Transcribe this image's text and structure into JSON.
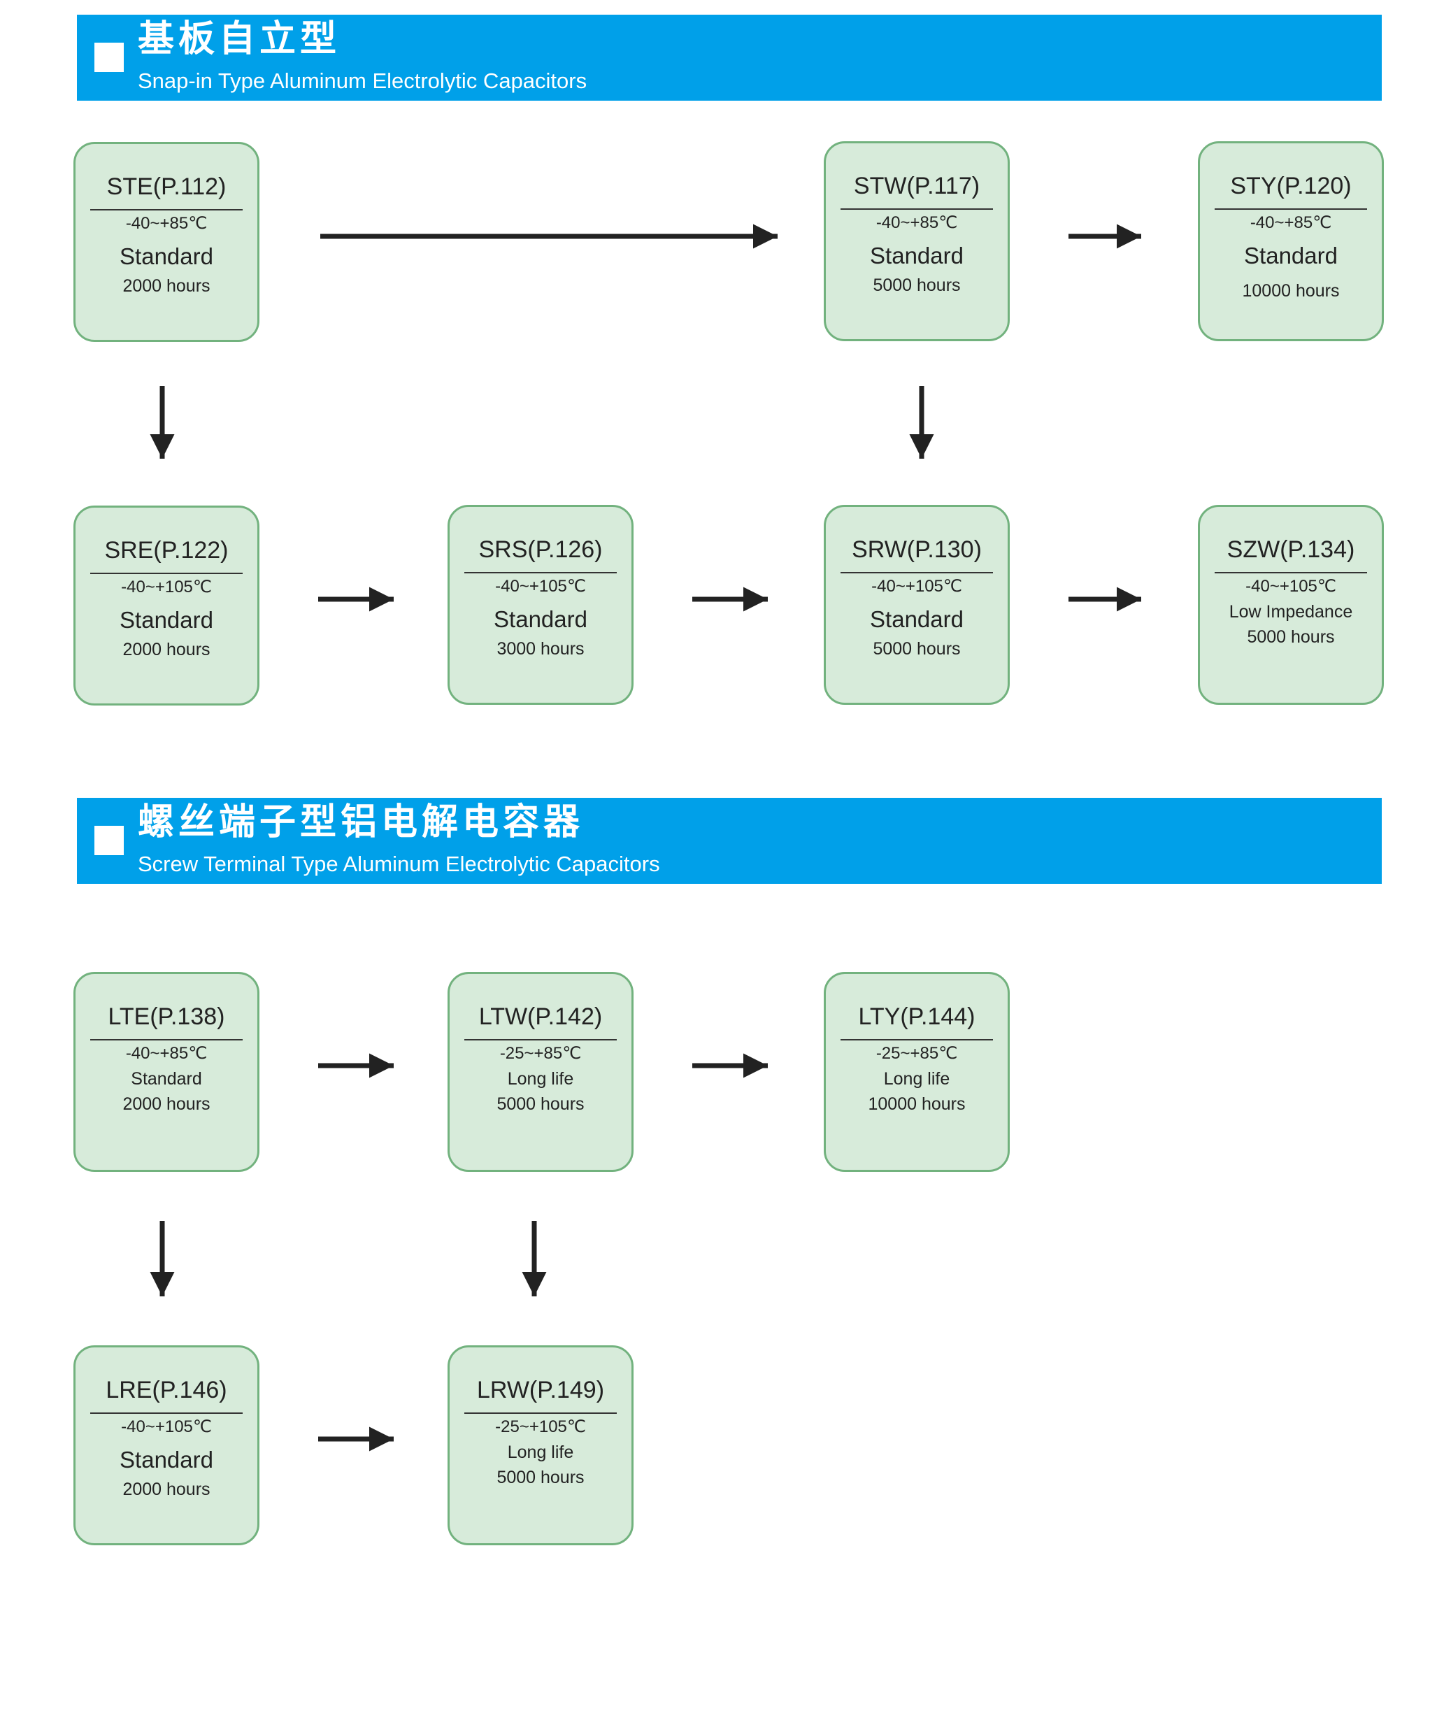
{
  "sections": [
    {
      "title_cn": "基板自立型",
      "title_en": "Snap-in Type Aluminum Electrolytic Capacitors",
      "nodes": [
        {
          "code": "STE(P.112)",
          "temp": "-40~+85℃",
          "line1": "Standard",
          "line2": "2000 hours"
        },
        {
          "code": "STW(P.117)",
          "temp": "-40~+85℃",
          "line1": "Standard",
          "line2": "5000 hours"
        },
        {
          "code": "STY(P.120)",
          "temp": "-40~+85℃",
          "line1": "Standard",
          "line2": "10000 hours"
        },
        {
          "code": "SRE(P.122)",
          "temp": "-40~+105℃",
          "line1": "Standard",
          "line2": "2000 hours"
        },
        {
          "code": "SRS(P.126)",
          "temp": "-40~+105℃",
          "line1": "Standard",
          "line2": "3000 hours"
        },
        {
          "code": "SRW(P.130)",
          "temp": "-40~+105℃",
          "line1": "Standard",
          "line2": "5000 hours"
        },
        {
          "code": "SZW(P.134)",
          "temp": "-40~+105℃",
          "line1": "Low Impedance",
          "line2": "5000 hours"
        }
      ]
    },
    {
      "title_cn": "螺丝端子型铝电解电容器",
      "title_en": "Screw Terminal Type Aluminum Electrolytic Capacitors",
      "nodes": [
        {
          "code": "LTE(P.138)",
          "temp": "-40~+85℃",
          "line1": "Standard",
          "line2": "2000 hours"
        },
        {
          "code": "LTW(P.142)",
          "temp": "-25~+85℃",
          "line1": "Long life",
          "line2": "5000 hours"
        },
        {
          "code": "LTY(P.144)",
          "temp": "-25~+85℃",
          "line1": "Long life",
          "line2": "10000 hours"
        },
        {
          "code": "LRE(P.146)",
          "temp": "-40~+105℃",
          "line1": "Standard",
          "line2": "2000 hours"
        },
        {
          "code": "LRW(P.149)",
          "temp": "-25~+105℃",
          "line1": "Long life",
          "line2": "5000 hours"
        }
      ]
    }
  ],
  "connections": [
    {
      "from": "STE(P.112)",
      "to": "STW(P.117)"
    },
    {
      "from": "STW(P.117)",
      "to": "STY(P.120)"
    },
    {
      "from": "STE(P.112)",
      "to": "SRE(P.122)"
    },
    {
      "from": "STW(P.117)",
      "to": "SRW(P.130)"
    },
    {
      "from": "SRE(P.122)",
      "to": "SRS(P.126)"
    },
    {
      "from": "SRS(P.126)",
      "to": "SRW(P.130)"
    },
    {
      "from": "SRW(P.130)",
      "to": "SZW(P.134)"
    },
    {
      "from": "LTE(P.138)",
      "to": "LTW(P.142)"
    },
    {
      "from": "LTW(P.142)",
      "to": "LTY(P.144)"
    },
    {
      "from": "LTE(P.138)",
      "to": "LRE(P.146)"
    },
    {
      "from": "LTW(P.142)",
      "to": "LRW(P.149)"
    },
    {
      "from": "LRE(P.146)",
      "to": "LRW(P.149)"
    }
  ],
  "colors": {
    "banner": "#00a0e9",
    "node_fill": "#d7ebda",
    "node_border": "#72b27e",
    "arrow": "#222222"
  }
}
